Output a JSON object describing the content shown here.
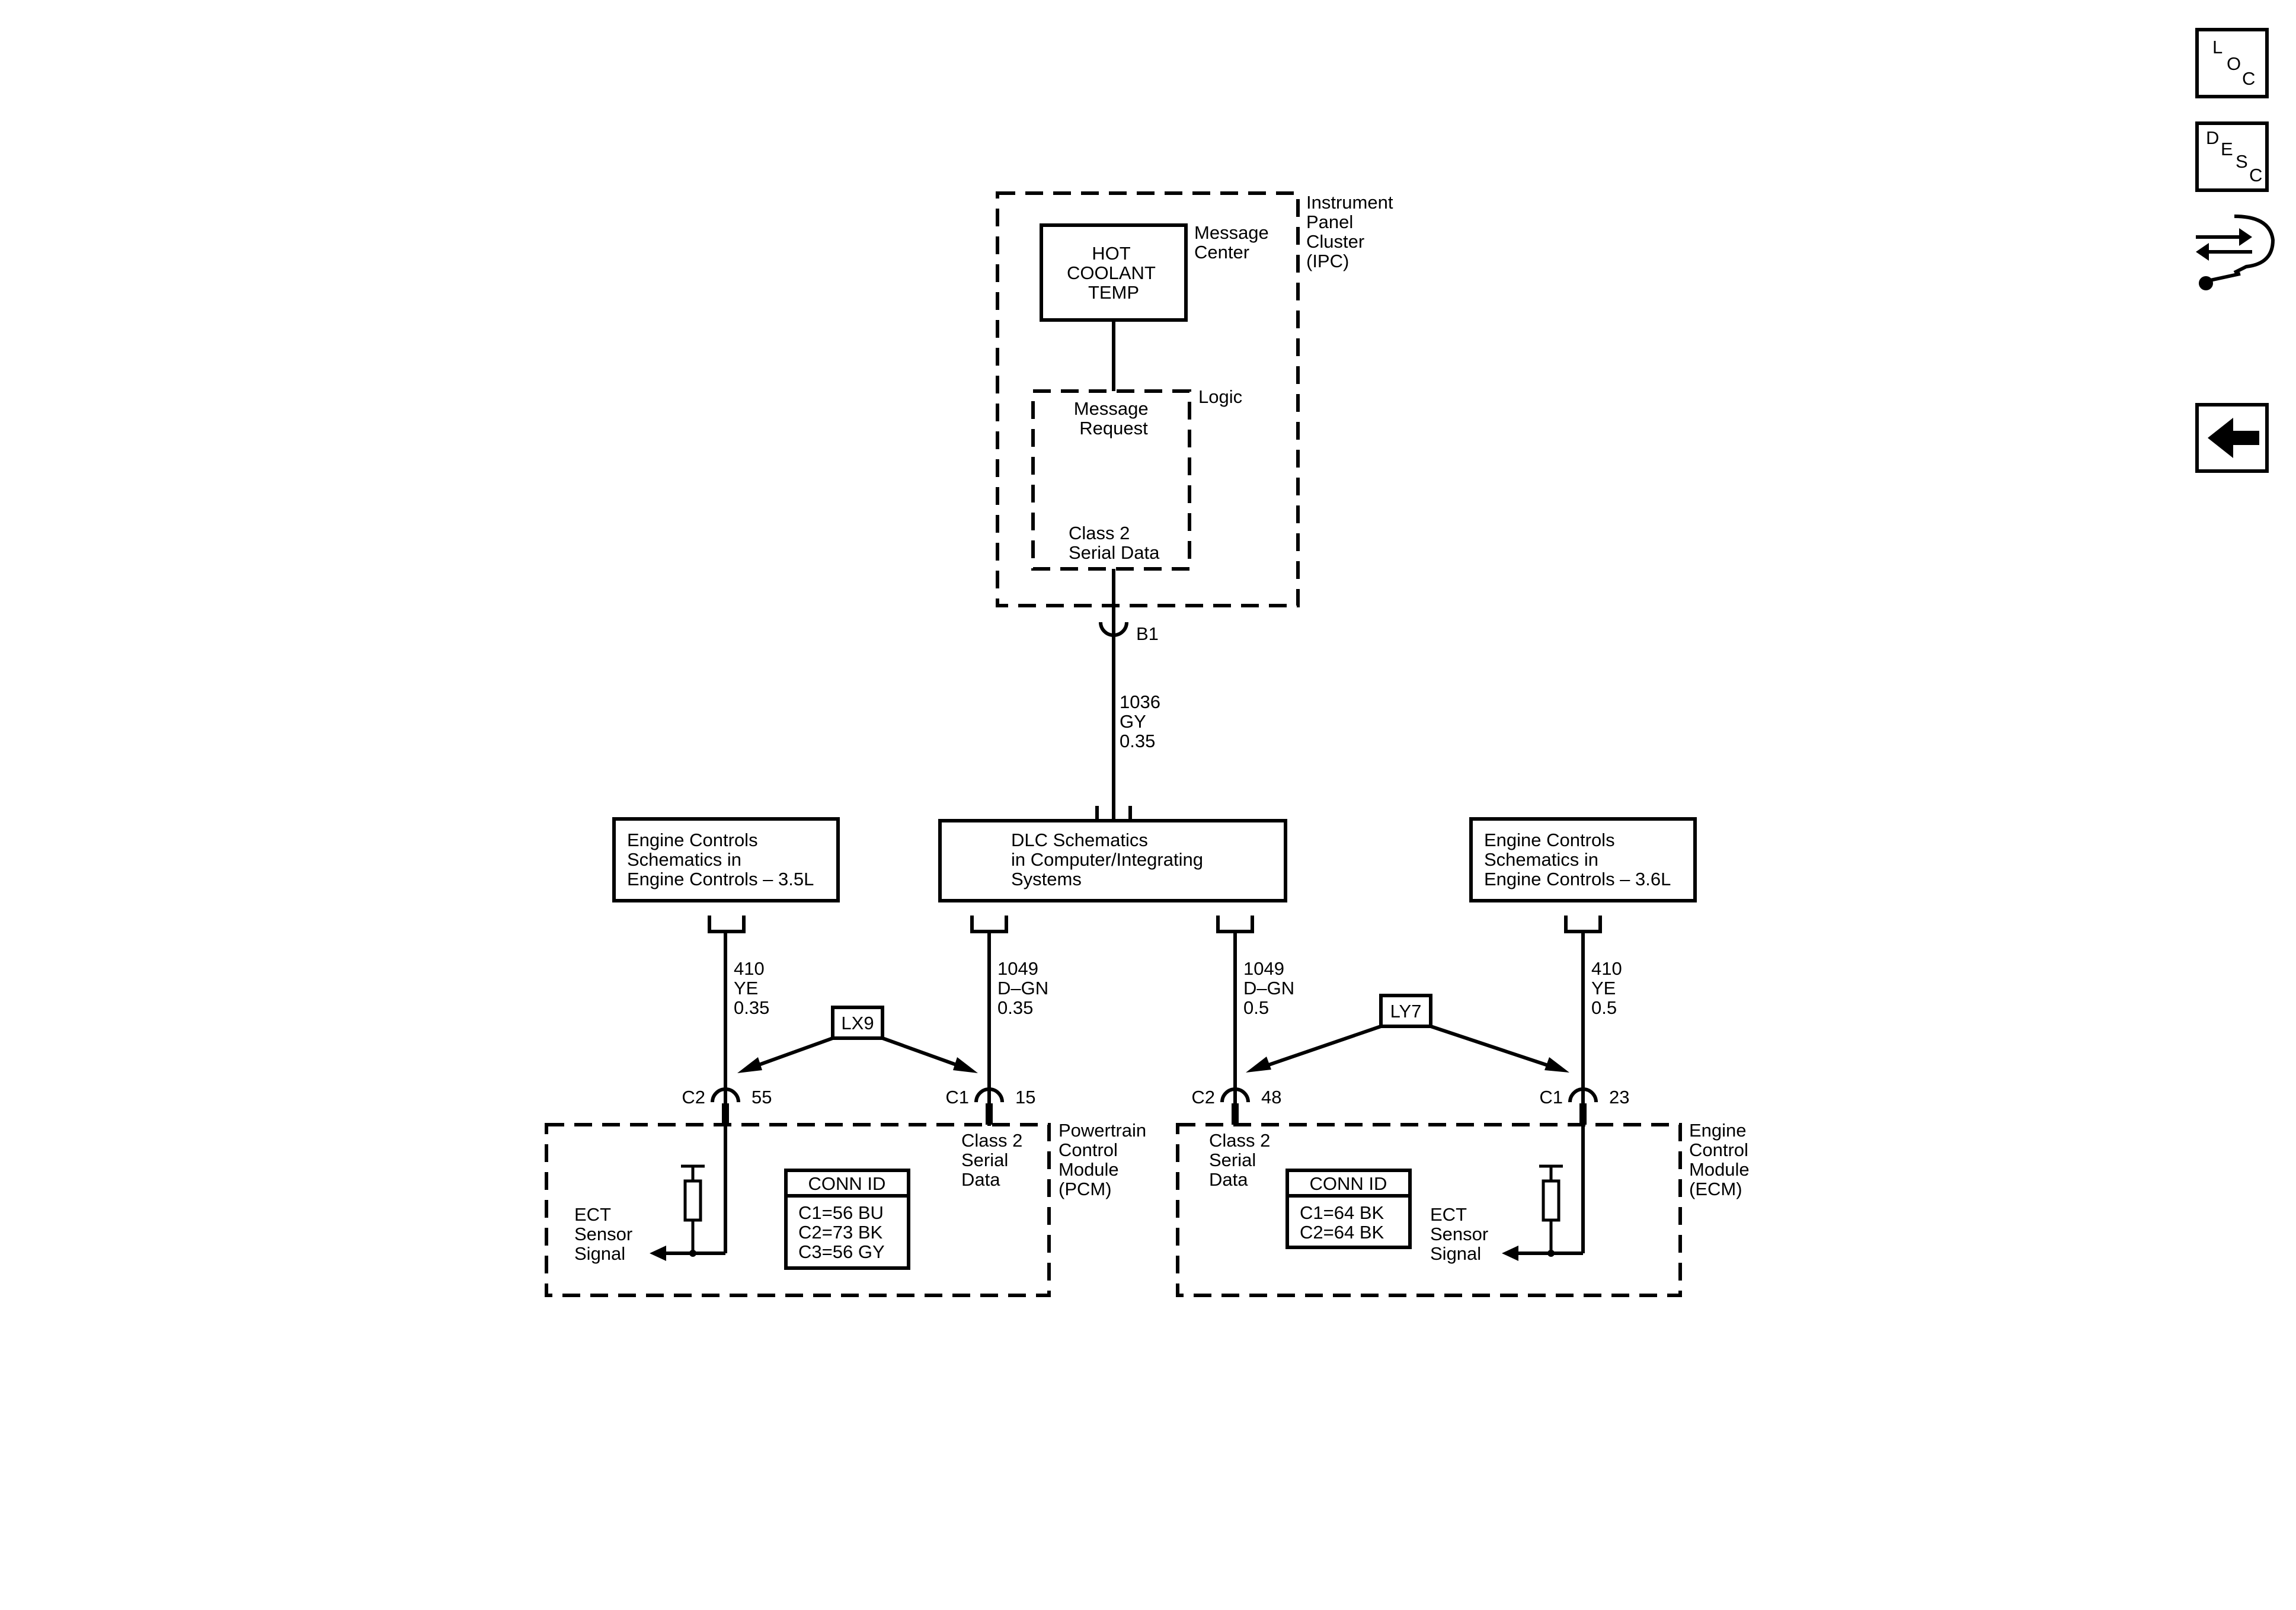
{
  "ipc": {
    "title": [
      "Instrument",
      "Panel",
      "Cluster",
      "(IPC)"
    ],
    "message_center_label": [
      "Message",
      "Center"
    ],
    "message_text": [
      "HOT",
      "COOLANT",
      "TEMP"
    ],
    "logic_label": "Logic",
    "message_request": [
      "Message",
      "Request"
    ],
    "class2_label": [
      "Class 2",
      "Serial Data"
    ],
    "connector": "B1"
  },
  "ipc_wire": {
    "circuit": "1036",
    "color": "GY",
    "gauge": "0.35"
  },
  "dlc_box": [
    "DLC Schematics",
    "in Computer/Integrating",
    "Systems"
  ],
  "engine_box_left": [
    "Engine Controls",
    "Schematics in",
    "Engine Controls – 3.5L"
  ],
  "engine_box_right": [
    "Engine Controls",
    "Schematics in",
    "Engine Controls – 3.6L"
  ],
  "wires": {
    "pcm_ect": {
      "circuit": "410",
      "color": "YE",
      "gauge": "0.35"
    },
    "pcm_data": {
      "circuit": "1049",
      "color": "D–GN",
      "gauge": "0.35"
    },
    "ecm_data": {
      "circuit": "1049",
      "color": "D–GN",
      "gauge": "0.5"
    },
    "ecm_ect": {
      "circuit": "410",
      "color": "YE",
      "gauge": "0.5"
    }
  },
  "options": {
    "left": "LX9",
    "right": "LY7"
  },
  "pins": {
    "pcm_ect": {
      "conn": "C2",
      "pin": "55"
    },
    "pcm_data": {
      "conn": "C1",
      "pin": "15"
    },
    "ecm_data": {
      "conn": "C2",
      "pin": "48"
    },
    "ecm_ect": {
      "conn": "C1",
      "pin": "23"
    }
  },
  "pcm": {
    "title": [
      "Powertrain",
      "Control",
      "Module",
      "(PCM)"
    ],
    "class2": [
      "Class 2",
      "Serial",
      "Data"
    ],
    "ect": [
      "ECT",
      "Sensor",
      "Signal"
    ],
    "conn_id_title": "CONN ID",
    "conn_ids": [
      "C1=56 BU",
      "C2=73 BK",
      "C3=56 GY"
    ]
  },
  "ecm": {
    "title": [
      "Engine",
      "Control",
      "Module",
      "(ECM)"
    ],
    "class2": [
      "Class 2",
      "Serial",
      "Data"
    ],
    "ect": [
      "ECT",
      "Sensor",
      "Signal"
    ],
    "conn_id_title": "CONN ID",
    "conn_ids": [
      "C1=64 BK",
      "C2=64 BK"
    ]
  },
  "nav": {
    "loc": [
      "L",
      "O",
      "C"
    ],
    "desc": [
      "D",
      "E",
      "S",
      "C"
    ],
    "icons": [
      "loc-button-icon",
      "desc-button-icon",
      "connector-wrench-icon",
      "back-arrow-icon"
    ]
  }
}
